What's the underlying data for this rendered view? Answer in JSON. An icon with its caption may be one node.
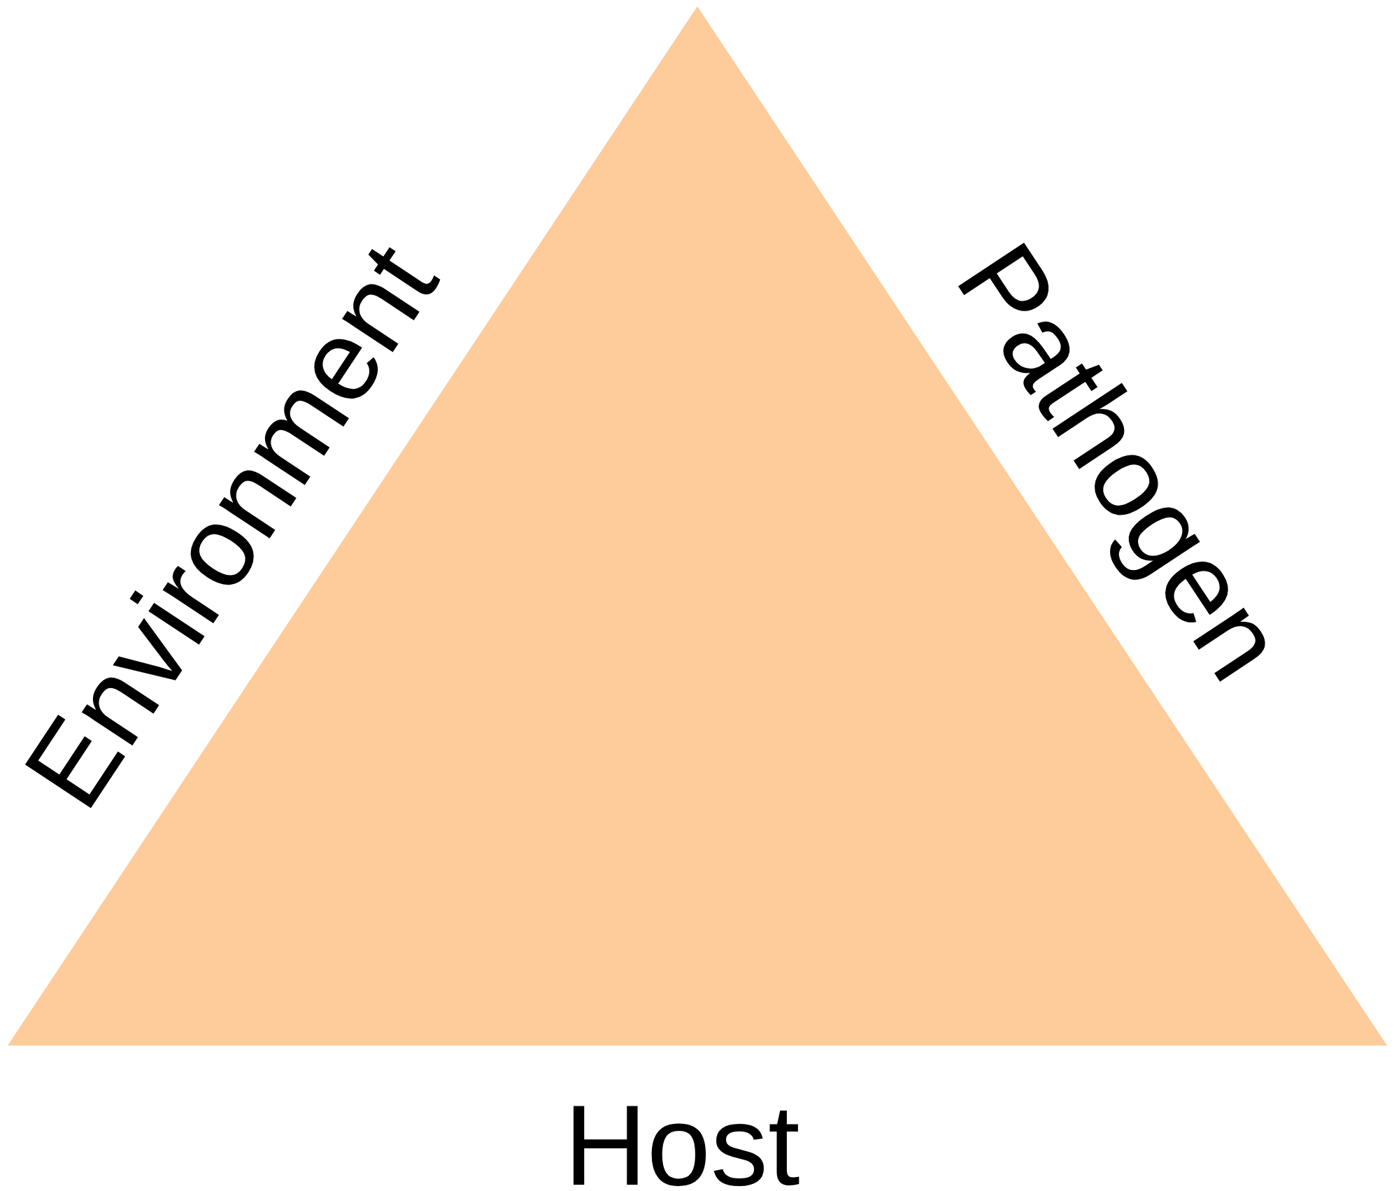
{
  "diagram": {
    "nodes": [
      {
        "text": [],
        "shape": "triangle",
        "beside": [
          "Environment",
          "Pathogen",
          "Host"
        ]
      }
    ]
  }
}
